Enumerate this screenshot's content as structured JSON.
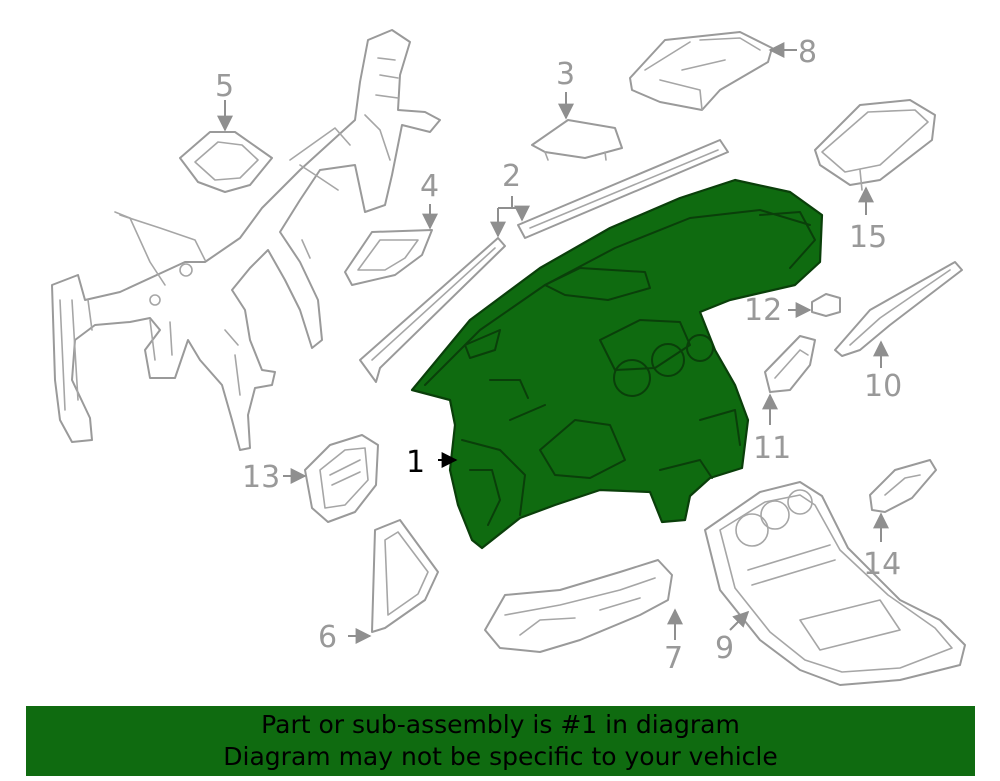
{
  "callouts": {
    "c1": "1",
    "c2": "2",
    "c3": "3",
    "c4": "4",
    "c5": "5",
    "c6": "6",
    "c7": "7",
    "c8": "8",
    "c9": "9",
    "c10": "10",
    "c11": "11",
    "c12": "12",
    "c13": "13",
    "c14": "14",
    "c15": "15"
  },
  "highlight_color": "#0f6b10",
  "banner": {
    "line1": "Part or sub-assembly is #1 in diagram",
    "line2": "Diagram may not be specific to your vehicle"
  }
}
